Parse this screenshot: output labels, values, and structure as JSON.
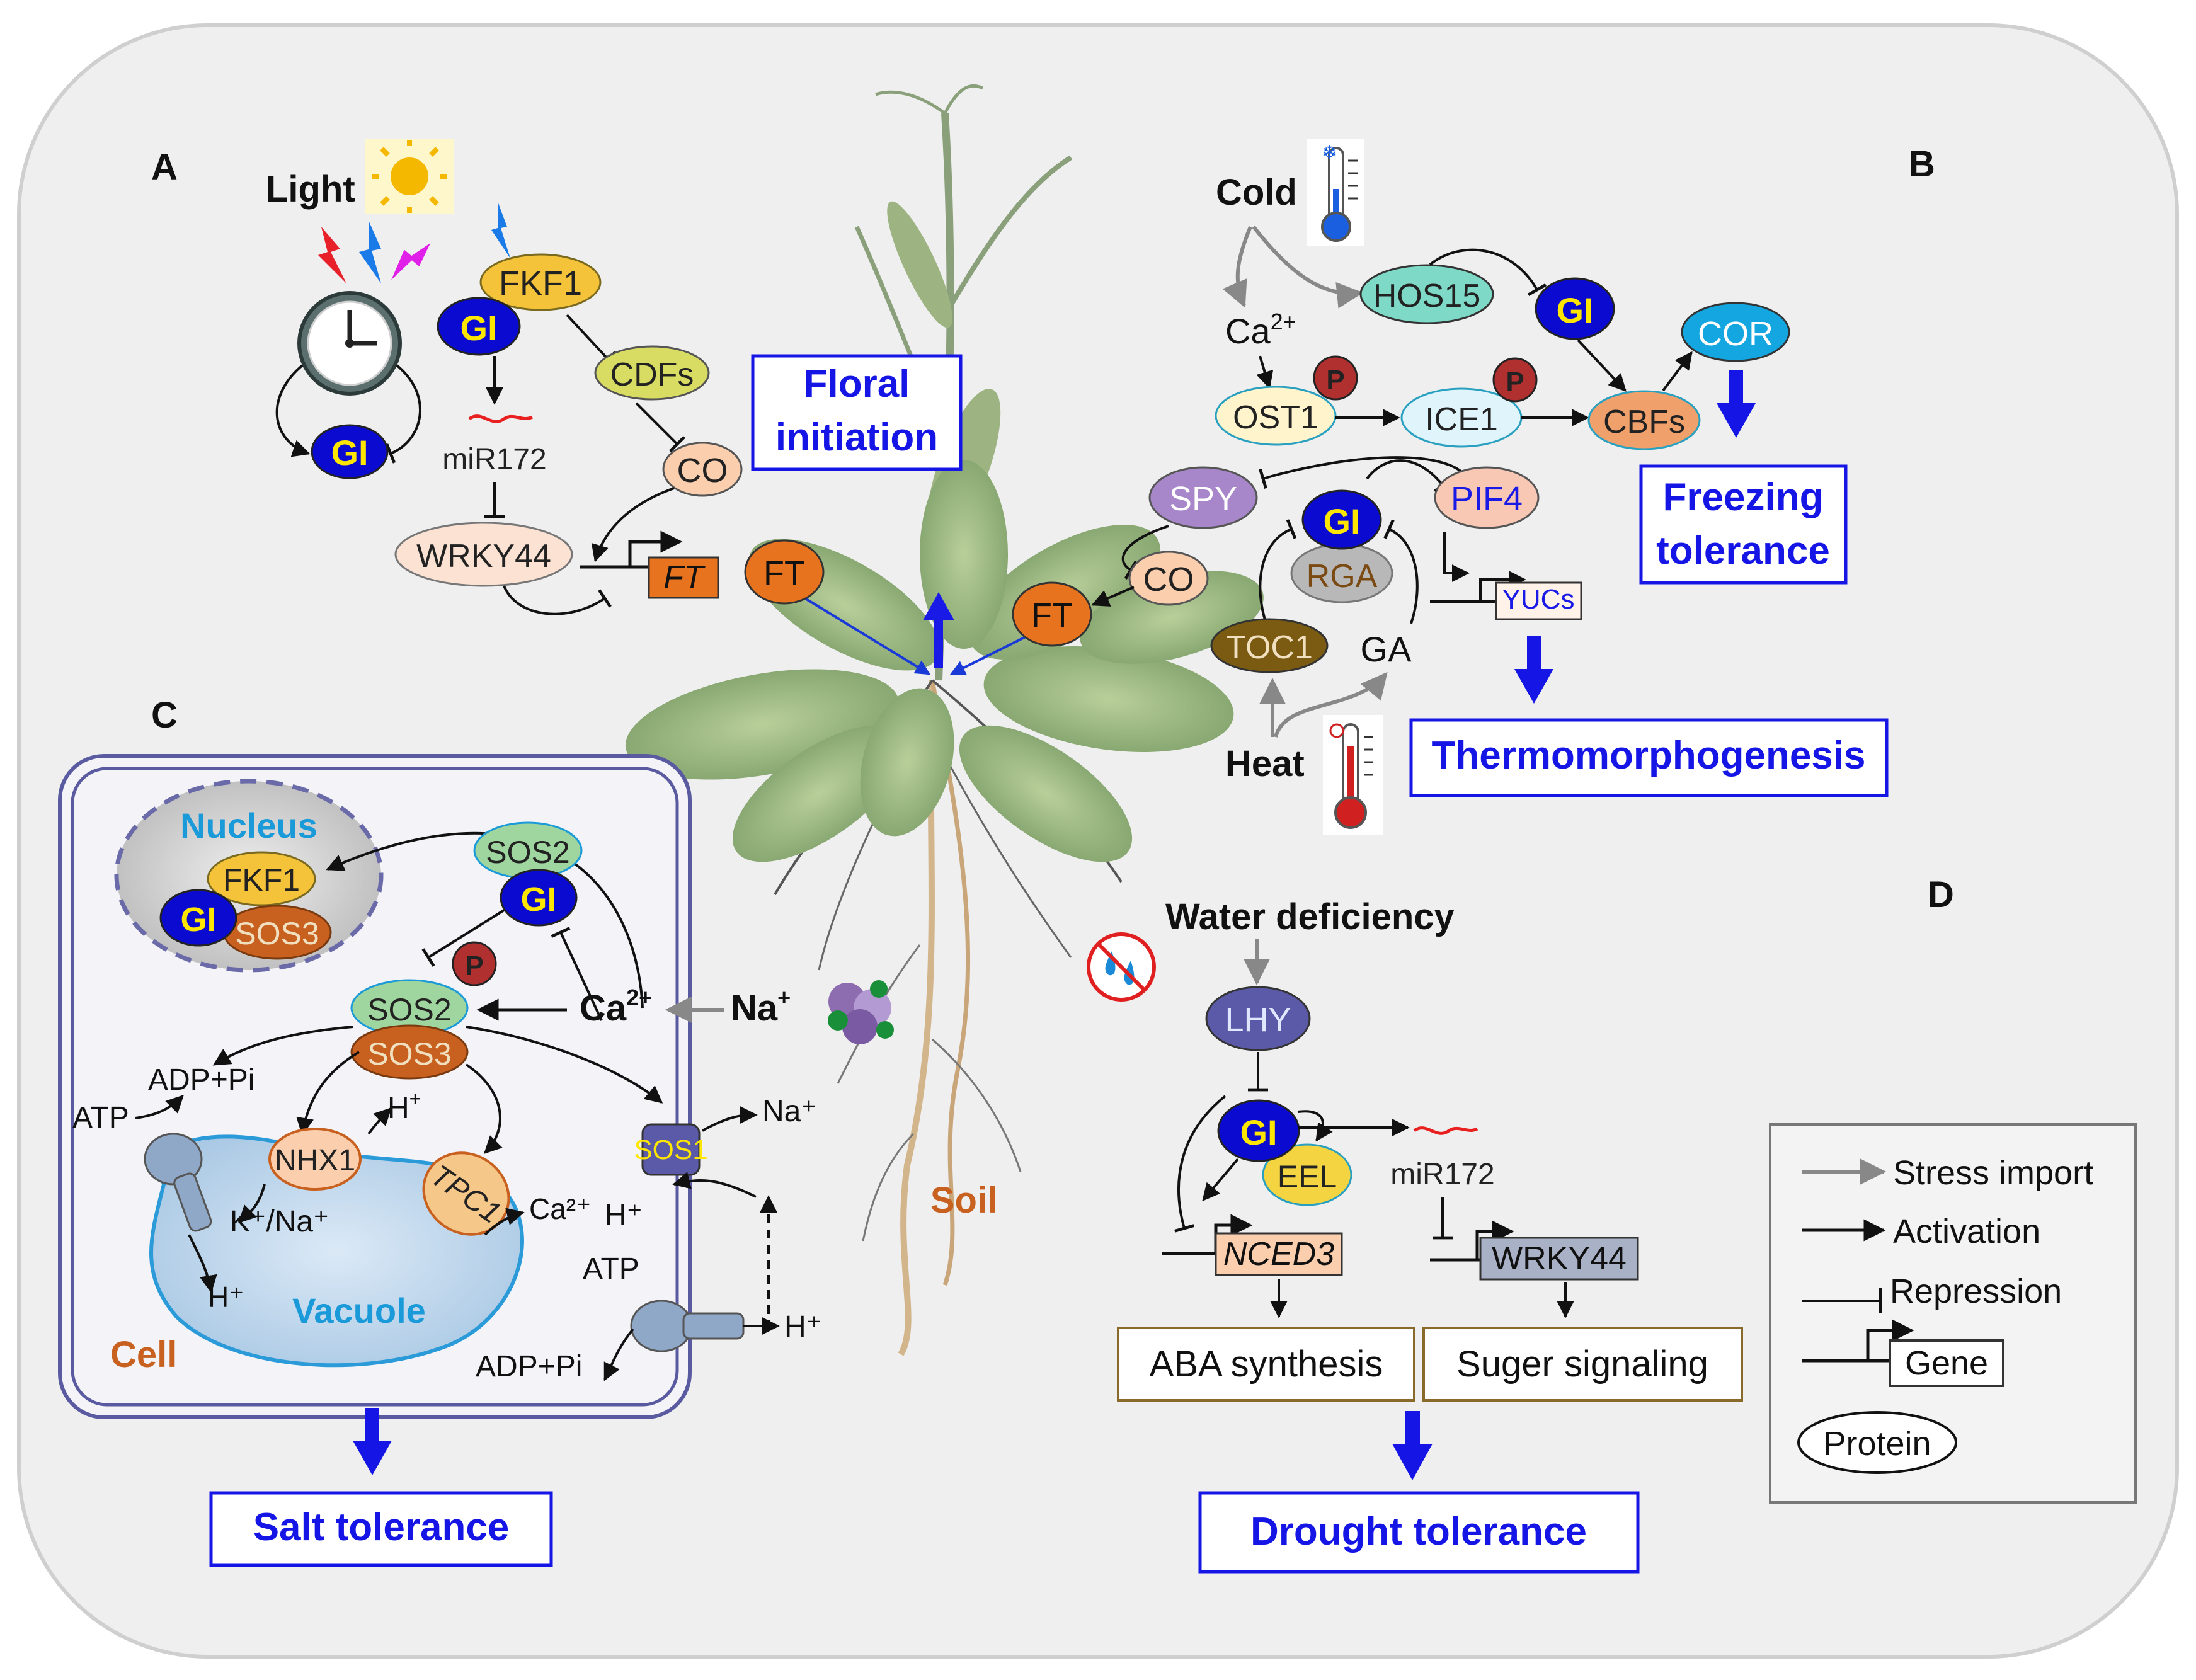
{
  "panels": {
    "a": "A",
    "b": "B",
    "c": "C",
    "d": "D"
  },
  "panel_a": {
    "light": "Light",
    "gi": "GI",
    "fkf1": "FKF1",
    "cdfs": "CDFs",
    "co": "CO",
    "mir172": "miR172",
    "wrky44": "WRKY44",
    "ft_gene": "FT",
    "ft_protein": "FT",
    "floral_line1": "Floral",
    "floral_line2": "initiation"
  },
  "panel_b": {
    "cold": "Cold",
    "hos15": "HOS15",
    "ca": "Ca",
    "ca_sup": "2+",
    "ost1": "OST1",
    "ice1": "ICE1",
    "cbfs": "CBFs",
    "cor": "COR",
    "p": "P",
    "gi": "GI",
    "spy": "SPY",
    "pif4": "PIF4",
    "rga": "RGA",
    "co": "CO",
    "ft": "FT",
    "toc1": "TOC1",
    "ga": "GA",
    "yucs": "YUCs",
    "heat": "Heat",
    "freezing_line1": "Freezing",
    "freezing_line2": "tolerance",
    "thermo": "Thermomorphogenesis"
  },
  "panel_c": {
    "nucleus": "Nucleus",
    "fkf1": "FKF1",
    "gi": "GI",
    "sos3": "SOS3",
    "sos2": "SOS2",
    "p": "P",
    "ca": "Ca",
    "ca_sup": "2+",
    "na": "Na",
    "na_sup": "+",
    "adp_pi": "ADP+Pi",
    "atp": "ATP",
    "nhx1": "NHX1",
    "h": "H",
    "h_sup": "+",
    "k_na": "K⁺/Na⁺",
    "tpc1": "TPC1",
    "ca2": "Ca²⁺",
    "sos1": "SOS1",
    "na_plus": "Na⁺",
    "h_plus": "H⁺",
    "vacuole": "Vacuole",
    "cell": "Cell",
    "salt": "Salt tolerance",
    "soil": "Soil"
  },
  "panel_d": {
    "water": "Water deficiency",
    "lhy": "LHY",
    "gi": "GI",
    "eel": "EEL",
    "mir172": "miR172",
    "nced3": "NCED3",
    "wrky44": "WRKY44",
    "aba": "ABA synthesis",
    "sugar": "Suger signaling",
    "drought": "Drought tolerance"
  },
  "legend": {
    "stress": "Stress import",
    "activation": "Activation",
    "repression": "Repression",
    "gene": "Gene",
    "protein": "Protein"
  },
  "colors": {
    "gi_fill": "#0a0ad0",
    "gi_text": "#ffe600",
    "fkf1": "#f5c33a",
    "cdfs": "#d8dc62",
    "co": "#fbcfae",
    "ft": "#e8731f",
    "sos3": "#c8601f",
    "sos2": "#9fd59e",
    "hos15": "#7ed9c6",
    "cor": "#14a6e0",
    "cbfs": "#f0a06a",
    "spy": "#a787c9",
    "pif4": "#f9c8b4",
    "rga": "#b8b8b8",
    "toc1": "#7b5a12",
    "lhy": "#5a5aa8",
    "eel": "#f5d442",
    "outcome_blue": "#1515e6",
    "p_marker": "#b03030"
  }
}
